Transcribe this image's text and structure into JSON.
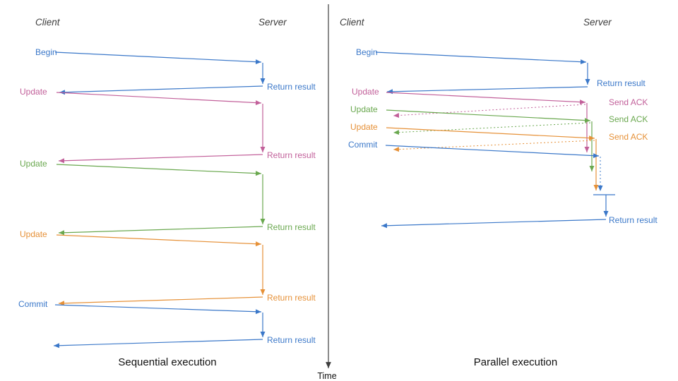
{
  "colors": {
    "blue": "#3b78c9",
    "pink": "#c2609a",
    "green": "#6aa84f",
    "orange": "#e69138",
    "axis": "#3d3d3d"
  },
  "axis": {
    "label": "Time"
  },
  "left": {
    "caption": "Sequential execution",
    "client": "Client",
    "server": "Server",
    "requests": [
      {
        "label": "Begin"
      },
      {
        "label": "Update"
      },
      {
        "label": "Update"
      },
      {
        "label": "Update"
      },
      {
        "label": "Commit"
      }
    ],
    "responses": [
      {
        "label": "Return result"
      },
      {
        "label": "Return result"
      },
      {
        "label": "Return result"
      },
      {
        "label": "Return result"
      },
      {
        "label": "Return result"
      }
    ]
  },
  "right": {
    "caption": "Parallel execution",
    "client": "Client",
    "server": "Server",
    "requests": [
      {
        "label": "Begin"
      },
      {
        "label": "Update"
      },
      {
        "label": "Update"
      },
      {
        "label": "Update"
      },
      {
        "label": "Commit"
      }
    ],
    "responses": [
      {
        "label": "Return result"
      },
      {
        "label": "Send ACK"
      },
      {
        "label": "Send ACK"
      },
      {
        "label": "Send ACK"
      },
      {
        "label": "Return result"
      }
    ]
  }
}
